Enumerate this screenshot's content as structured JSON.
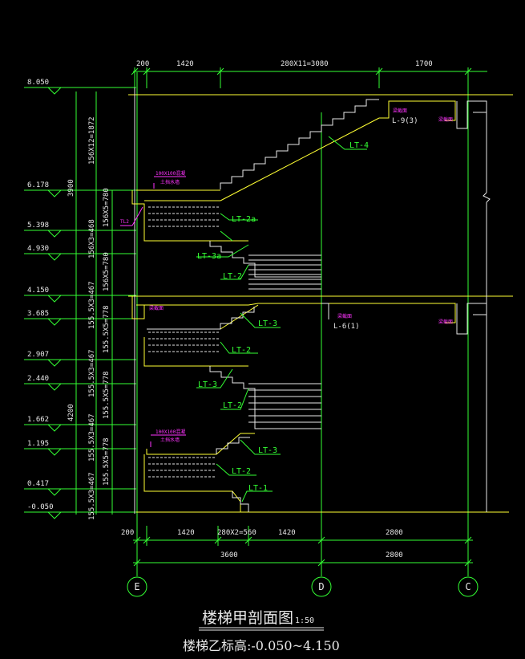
{
  "drawing": {
    "title": "楼梯甲剖面图",
    "scale": "1:50",
    "subtitle": "楼梯乙标高:-0.050~4.150",
    "colors": {
      "background": "#000000",
      "dimension": "#33ff33",
      "outline": "#ffff33",
      "axis": "#33ff33",
      "leader": "#33ff33",
      "text": "#e8e8e8",
      "note": "#ff33ff"
    }
  },
  "axes": [
    {
      "label": "E"
    },
    {
      "label": "D"
    },
    {
      "label": "C"
    }
  ],
  "dimensions": {
    "top": [
      "200",
      "1420",
      "280X11=3080",
      "1700"
    ],
    "bottom1": [
      "200",
      "1420",
      "280X2=560",
      "1420",
      "2800"
    ],
    "bottom2": [
      "3600",
      "2800"
    ],
    "left_outer": [
      "3900",
      "4200"
    ],
    "left_inner": [
      "156X12=1872",
      "156X5=780",
      "156X3=468",
      "156X5=780",
      "155.5X3=467",
      "155.5X5=778",
      "155.5X3=467",
      "155.5X5=778",
      "155.5X3=467",
      "155.5X5=778",
      "155.5X3=467"
    ]
  },
  "elevations": [
    "8.050",
    "6.178",
    "5.398",
    "4.930",
    "4.150",
    "3.685",
    "2.907",
    "2.440",
    "1.662",
    "1.195",
    "0.417",
    "-0.050"
  ],
  "labels": {
    "lt4": "LT-4",
    "lt2a": "LT-2a",
    "lt3a": "LT-3a",
    "lt2_1": "LT-2",
    "lt3_1": "LT-3",
    "lt2_2": "LT-2",
    "lt3_2": "LT-3",
    "lt2_3": "LT-2",
    "lt3_3": "LT-3",
    "lt2_4": "LT-2",
    "lt1": "LT-1",
    "l9": "L-9(3)",
    "l6": "L-6(1)",
    "tl2": "TL2"
  },
  "notes": {
    "note1a": "100X100混凝",
    "note1b": "土挡水墙",
    "note2a": "100X100混凝",
    "note2b": "土挡水墙",
    "beam1": "梁截面",
    "beam2": "梁截面",
    "beam3": "梁截面",
    "beam4": "梁截面",
    "beam5": "梁截面"
  }
}
